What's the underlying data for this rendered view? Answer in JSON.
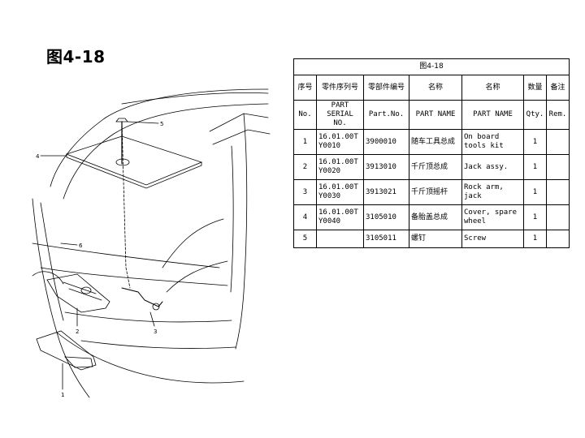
{
  "page_title": "图4-18",
  "drawing": {
    "callouts": [
      "1",
      "2",
      "3",
      "4",
      "5",
      "6"
    ]
  },
  "table": {
    "caption": "图4-18",
    "header_cn": {
      "seq": "序号",
      "serial": "零件序列号",
      "part_no": "零部件编号",
      "name_cn": "名称",
      "name_en": "名称",
      "qty": "数量",
      "remark": "备注"
    },
    "header_en": {
      "seq": "No.",
      "serial": "PART SERIAL NO.",
      "part_no": "Part.No.",
      "name_cn": "PART NAME",
      "name_en": "PART NAME",
      "qty": "Qty.",
      "remark": "Rem."
    },
    "rows": [
      {
        "no": "1",
        "serial": "16.01.00T Y0010",
        "part_no": "3900010",
        "name_cn": "随车工具总成",
        "name_en": "On board tools kit",
        "qty": "1",
        "remark": ""
      },
      {
        "no": "2",
        "serial": "16.01.00T Y0020",
        "part_no": "3913010",
        "name_cn": "千斤顶总成",
        "name_en": "Jack assy.",
        "qty": "1",
        "remark": ""
      },
      {
        "no": "3",
        "serial": "16.01.00T Y0030",
        "part_no": "3913021",
        "name_cn": "千斤顶摇杆",
        "name_en": "Rock arm, jack",
        "qty": "1",
        "remark": ""
      },
      {
        "no": "4",
        "serial": "16.01.00T Y0040",
        "part_no": "3105010",
        "name_cn": "备胎盖总成",
        "name_en": "Cover, spare wheel",
        "qty": "1",
        "remark": ""
      },
      {
        "no": "5",
        "serial": "",
        "part_no": "3105011",
        "name_cn": "螺钉",
        "name_en": "Screw",
        "qty": "1",
        "remark": ""
      }
    ]
  }
}
